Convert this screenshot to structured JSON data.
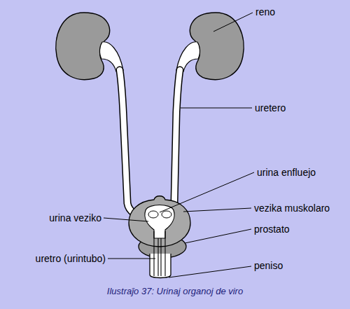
{
  "diagram": {
    "caption": "Ilustraĵo 37: Urinaj organoj de viro",
    "labels": [
      "reno",
      "uretero",
      "urina enfluejo",
      "urina veziko",
      "vezika muskolaro",
      "prostato",
      "uretro (urintubo)",
      "peniso"
    ]
  }
}
